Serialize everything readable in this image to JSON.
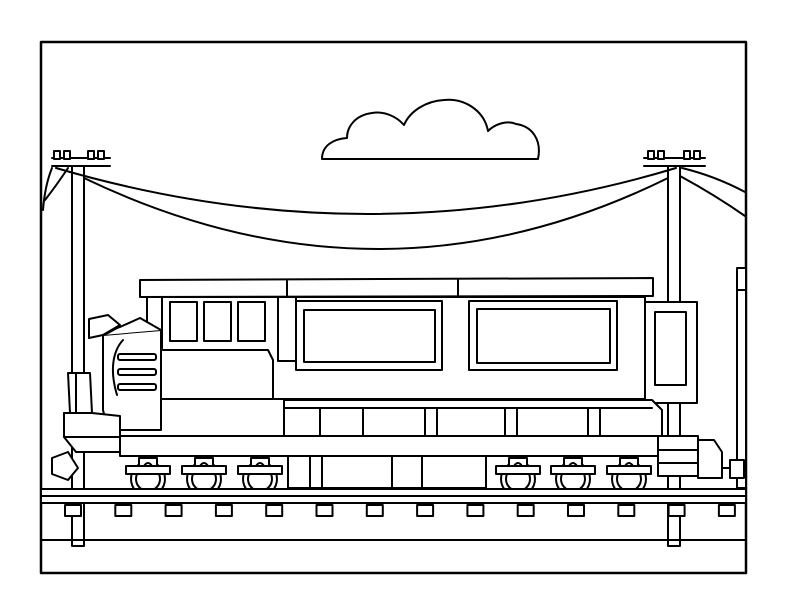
{
  "page": {
    "background": "#ffffff",
    "ink": "#000000"
  },
  "scene": {
    "subject": "locomotive",
    "elements": [
      "frame",
      "cloud",
      "utility-poles",
      "power-lines",
      "locomotive",
      "wheels",
      "rail-track",
      "railroad-ties",
      "ground-line"
    ],
    "wheel_count": 6,
    "tie_count": 14
  }
}
